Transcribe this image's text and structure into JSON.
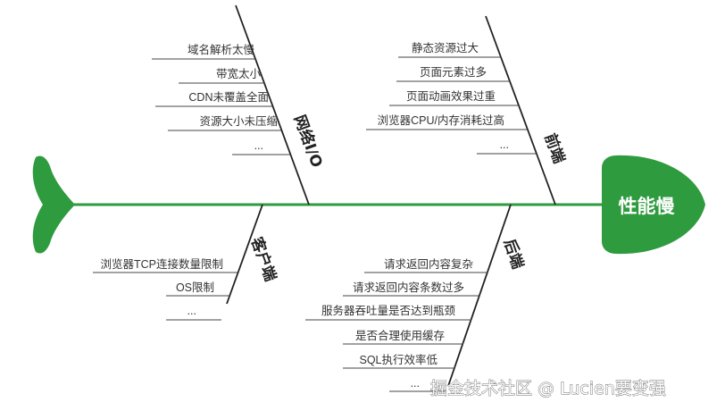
{
  "colors": {
    "accent": "#2e9b3e",
    "line": "#222222"
  },
  "head": {
    "label": "性能慢"
  },
  "categories": {
    "network": {
      "label": "网络I/O",
      "causes": [
        "域名解析太慢",
        "带宽太小",
        "CDN未覆盖全面",
        "资源大小未压缩",
        "..."
      ]
    },
    "frontend": {
      "label": "前端",
      "causes": [
        "静态资源过大",
        "页面元素过多",
        "页面动画效果过重",
        "浏览器CPU/内存消耗过高",
        "..."
      ]
    },
    "client": {
      "label": "客户端",
      "causes": [
        "浏览器TCP连接数量限制",
        "OS限制",
        "..."
      ]
    },
    "backend": {
      "label": "后端",
      "causes": [
        "请求返回内容复杂",
        "请求返回内容条数过多",
        "服务器吞吐量是否达到瓶颈",
        "是否合理使用缓存",
        "SQL执行效率低",
        "..."
      ]
    }
  },
  "watermark": "掘金技术社区 @ Lucien要变强"
}
